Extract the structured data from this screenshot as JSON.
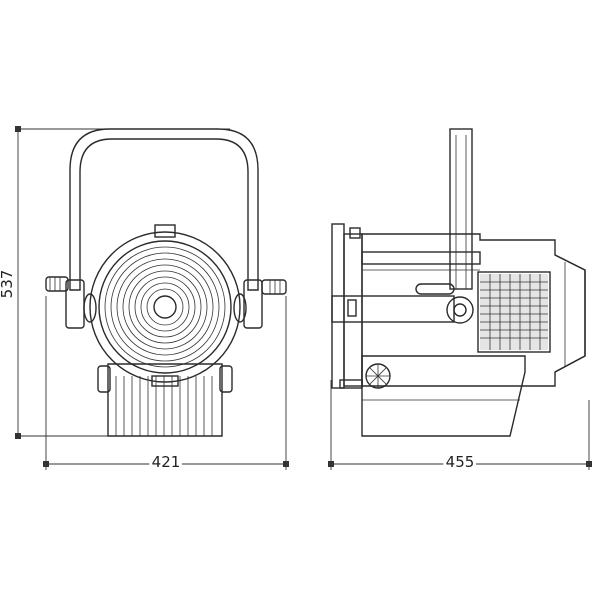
{
  "dimensions": {
    "height_label": "537",
    "front_width_label": "421",
    "side_depth_label": "455"
  },
  "colors": {
    "line": "#2a2a2a",
    "background": "#ffffff"
  }
}
